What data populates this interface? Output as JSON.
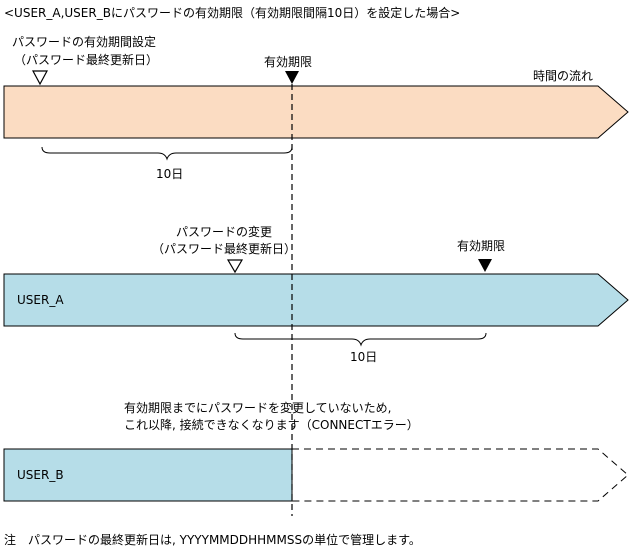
{
  "title": "<USER_A,USER_Bにパスワードの有効期限（有効期限間隔10日）を設定した場合>",
  "colors": {
    "top_arrow_fill": "#FBDCC2",
    "user_a_fill": "#B6DDE8",
    "user_b_fill": "#B6DDE8",
    "outline": "#000000"
  },
  "timeline": {
    "set_label_line1": "パスワードの有効期間設定",
    "set_label_line2": "（パスワード最終更新日）",
    "expiry_label": "有効期限",
    "time_flow": "時間の流れ",
    "interval_label": "10日"
  },
  "user_a": {
    "name": "USER_A",
    "change_label_line1": "パスワードの変更",
    "change_label_line2": "（パスワード最終更新日）",
    "expiry_label": "有効期限",
    "interval_label": "10日"
  },
  "user_b": {
    "name": "USER_B",
    "message_line1": "有効期限までにパスワードを変更していないため,",
    "message_line2": "これ以降, 接続できなくなります（CONNECTエラー）"
  },
  "note": "注　パスワードの最終更新日は, YYYYMMDDHHMMSSの単位で管理します。"
}
